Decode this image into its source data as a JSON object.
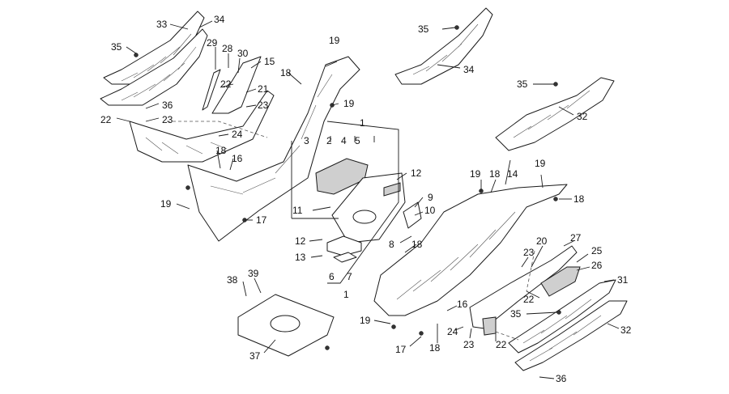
{
  "diagram": {
    "callouts": {
      "c1": "1",
      "c2": "2",
      "c3": "3",
      "c4": "4",
      "c5": "5",
      "c6": "6",
      "c7": "7",
      "c8": "8",
      "c9": "9",
      "c10": "10",
      "c11": "11",
      "c12": "12",
      "c13": "13",
      "c14": "14",
      "c15": "15",
      "c16": "16",
      "c17": "17",
      "c18": "18",
      "c19": "19",
      "c20": "20",
      "c21": "21",
      "c22": "22",
      "c23": "23",
      "c24": "24",
      "c25": "25",
      "c26": "26",
      "c27": "27",
      "c28": "28",
      "c29": "29",
      "c30": "30",
      "c31": "31",
      "c32": "32",
      "c33": "33",
      "c34": "34",
      "c35": "35",
      "c36": "36",
      "c37": "37",
      "c38": "38",
      "c39": "39"
    }
  }
}
